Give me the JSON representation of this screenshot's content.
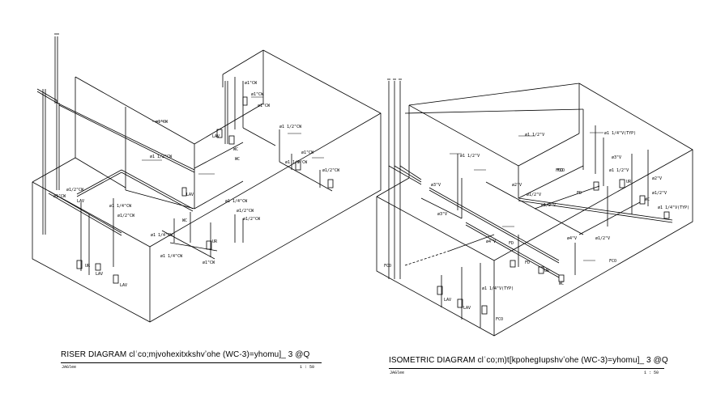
{
  "colors": {
    "background": "#ffffff",
    "line": "#000000"
  },
  "left_drawing": {
    "title": "RISER DIAGRAM clʿco;mjvohexitxkshvʼohe    (WC-3)=yhomu]_ 3 @Q",
    "sub_left": "JAGlee",
    "scale": "1 : 50",
    "pipe_labels": [
      "ø1\"CW",
      "ø1\"CW",
      "ø1\"CW",
      "ø1 1/2\"CW",
      "ø1 1/2\"CW",
      "ø1\"CW",
      "ø1\"CW",
      "ø1 1/2\"CW",
      "ø1/2\"CW",
      "ø1/2\"CW",
      "ø1\"CW",
      "ø1 1/4\"CW",
      "ø1/2\"CW",
      "ø1 1/4\"CW",
      "ø1 1/4\"CW",
      "ø1\"CW",
      "ø1 1/4\"CW",
      "ø1/2\"CW",
      "ø1/2\"CW"
    ],
    "fixture_labels": [
      "LAV",
      "WC",
      "UR",
      "LAV",
      "WC",
      "UR",
      "LAV",
      "WC",
      "LAV",
      "LAV"
    ]
  },
  "right_drawing": {
    "title": "ISOMETRIC DIAGRAM clʿco;m)t[kpohegIupshvʼohe   (WC-3)=yhomu]_ 3 @Q",
    "sub_left": "JAGlee",
    "scale": "1 : 50",
    "pipe_labels": [
      "ø1 1/2\"V",
      "ø1 1/4\"V(TYP)",
      "ø1 1/2\"V",
      "ø3\"V",
      "ø3\"V",
      "ø3\"V",
      "ø1/2\"V",
      "ø1/2\"V",
      "ø1 1/2\"V",
      "ø1 1/4\"V(TYP)",
      "ø2\"V",
      "ø2\"V",
      "ø1/2\"V",
      "ø4\"V",
      "ø4\"V",
      "ø1/2\"V",
      "ø1 1/4\"V(TYP)"
    ],
    "fixture_labels": [
      "FCO",
      "FD",
      "FCO",
      "FD",
      "UR",
      "WC",
      "LAV",
      "UR",
      "FD",
      "FCO",
      "FCO",
      "LAV",
      "WC",
      "FCO"
    ]
  }
}
